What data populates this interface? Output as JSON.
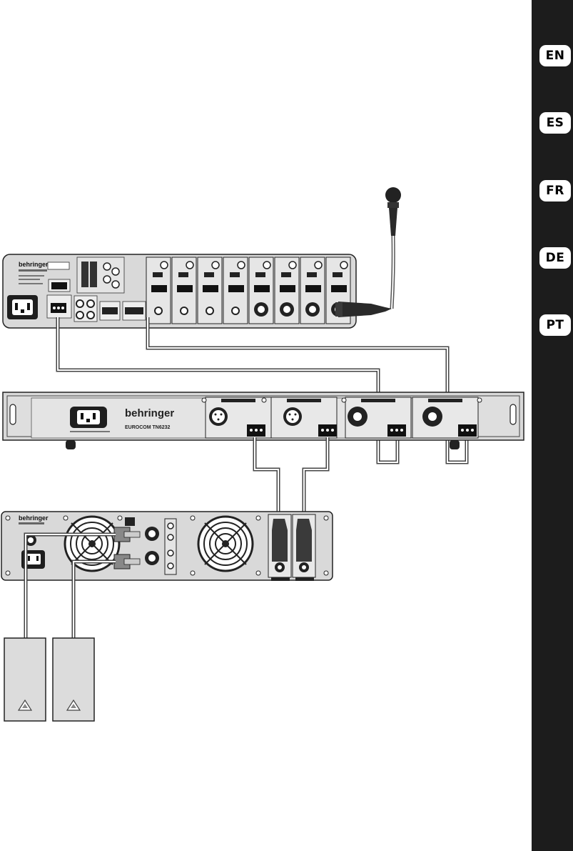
{
  "sidebar": {
    "languages": [
      "EN",
      "ES",
      "FR",
      "DE",
      "PT"
    ]
  },
  "mixer": {
    "brand": "behringer"
  },
  "transport": {
    "brand": "behringer",
    "model": "EUROCOM TN6232"
  },
  "amplifier": {
    "brand": "behringer"
  },
  "colors": {
    "sidebar": "#1c1c1c",
    "device_fill": "#d9d9d9",
    "panel_fill": "#e6e6e6",
    "dark_fill": "#3a3a3a"
  }
}
